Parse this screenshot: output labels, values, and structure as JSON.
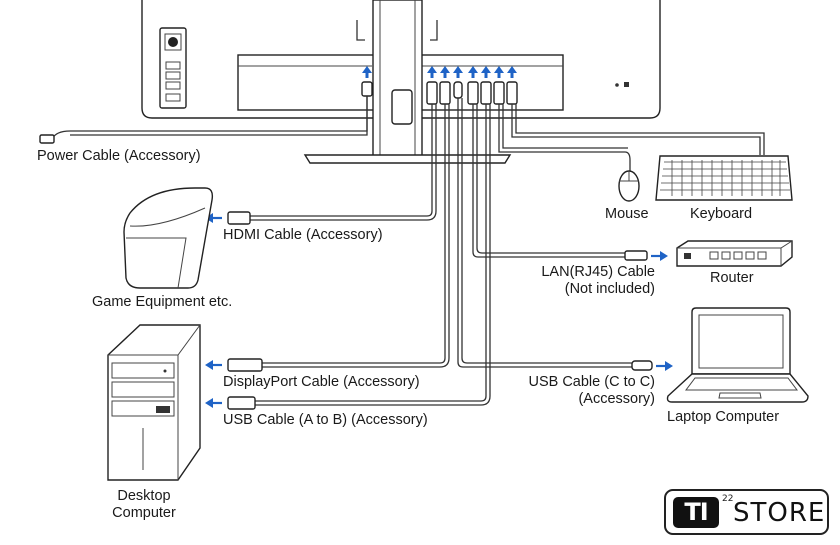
{
  "labels": {
    "power_cable": "Power Cable (Accessory)",
    "hdmi_cable": "HDMI Cable (Accessory)",
    "game_equipment": "Game Equipment etc.",
    "displayport_cable": "DisplayPort Cable (Accessory)",
    "usb_ab_cable": "USB Cable (A to B) (Accessory)",
    "desktop_line1": "Desktop",
    "desktop_line2": "Computer",
    "mouse": "Mouse",
    "keyboard": "Keyboard",
    "lan_line1": "LAN(RJ45) Cable",
    "lan_line2": "(Not included)",
    "router": "Router",
    "usb_cc_line1": "USB Cable (C to C)",
    "usb_cc_line2": "(Accessory)",
    "laptop": "Laptop Computer"
  },
  "logo": {
    "mark": "TI",
    "superscript": "22",
    "text": "STORE"
  },
  "colors": {
    "arrow": "#1f63c6",
    "line": "#333333",
    "logo_box": "#111111"
  }
}
